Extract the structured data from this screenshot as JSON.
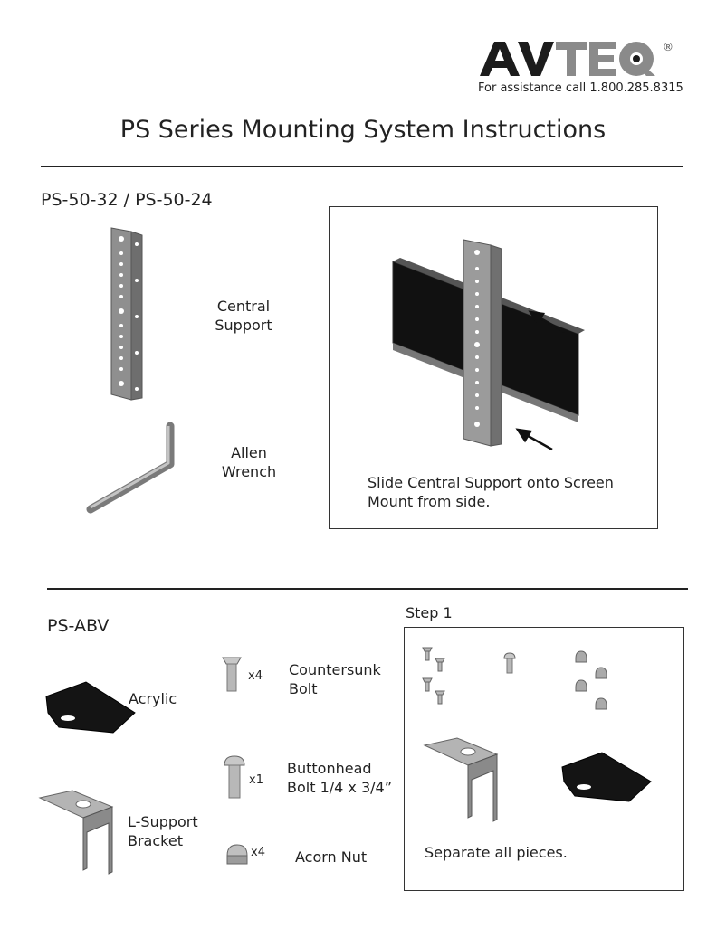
{
  "header": {
    "logo_text": "AVTEQ",
    "logo_registered": "®",
    "assistance": "For assistance call 1.800.285.8315"
  },
  "title": "PS Series Mounting System Instructions",
  "section1": {
    "label": "PS-50-32 / PS-50-24",
    "central_support": [
      "Central",
      "Support"
    ],
    "allen_wrench": [
      "Allen",
      "Wrench"
    ],
    "box_caption": [
      "Slide Central Support onto Screen",
      "Mount from side."
    ]
  },
  "section2": {
    "label": "PS-ABV",
    "step": "Step 1",
    "acrylic": "Acrylic",
    "l_support": [
      "L-Support",
      "Bracket"
    ],
    "countersunk": [
      "Countersunk",
      "Bolt"
    ],
    "countersunk_qty": "x4",
    "buttonhead": [
      "Buttonhead",
      "Bolt 1/4 x 3/4”"
    ],
    "buttonhead_qty": "x1",
    "acorn": "Acorn Nut",
    "acorn_qty": "x4",
    "box_caption": "Separate all pieces."
  },
  "colors": {
    "logo_dark": "#1c1c1c",
    "logo_gray": "#8a8a8a",
    "metal": "#9a9a9a",
    "acrylic": "#141414"
  }
}
